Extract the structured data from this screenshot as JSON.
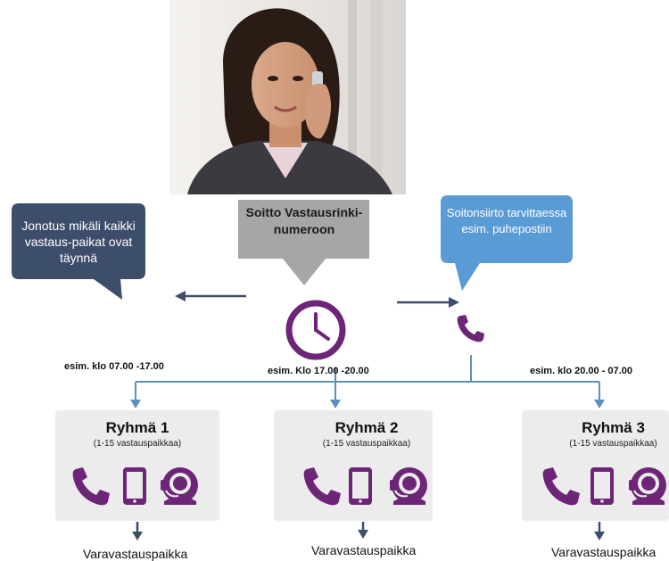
{
  "callout_left": {
    "text": "Jonotus mikäli kaikki vastaus-paikat ovat täynnä"
  },
  "call_box": {
    "text": "Soitto Vastausrinki-numeroon"
  },
  "callout_right": {
    "text": "Soitonsiirto tarvittaessa esim. puhepostiin"
  },
  "times": {
    "left": "esim. klo 07.00 -17.00",
    "center": "esim. Klo 17.00 -20.00",
    "right": "esim. klo 20.00 - 07.00"
  },
  "groups": [
    {
      "title": "Ryhmä 1",
      "subtitle": "(1-15 vastauspaikkaa)",
      "reserve": "Varavastauspaikka"
    },
    {
      "title": "Ryhmä 2",
      "subtitle": "(1-15 vastauspaikkaa)",
      "reserve": "Varavastauspaikka"
    },
    {
      "title": "Ryhmä 3",
      "subtitle": "(1-15 vastauspaikkaa)",
      "reserve": "Varavastauspaikka"
    }
  ],
  "icons": [
    "phone-icon",
    "mobile-icon",
    "headset-icon",
    "clock-icon"
  ],
  "colors": {
    "purple": "#6d2577",
    "dark_callout": "#3d4e6a",
    "blue_callout": "#5b9bd5",
    "gray_box": "#a6a6a6",
    "line_blue": "#5b8fbf",
    "group_bg": "#ececec"
  }
}
